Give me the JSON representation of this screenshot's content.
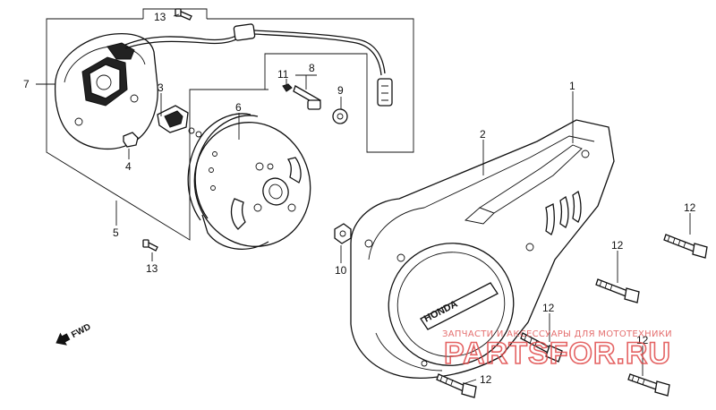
{
  "diagram": {
    "callouts": [
      {
        "id": "1",
        "text": "1"
      },
      {
        "id": "2",
        "text": "2"
      },
      {
        "id": "3",
        "text": "3"
      },
      {
        "id": "4",
        "text": "4"
      },
      {
        "id": "5",
        "text": "5"
      },
      {
        "id": "6",
        "text": "6"
      },
      {
        "id": "7",
        "text": "7"
      },
      {
        "id": "8",
        "text": "8"
      },
      {
        "id": "9",
        "text": "9"
      },
      {
        "id": "10",
        "text": "10"
      },
      {
        "id": "11",
        "text": "11"
      },
      {
        "id": "12a",
        "text": "12"
      },
      {
        "id": "12b",
        "text": "12"
      },
      {
        "id": "12c",
        "text": "12"
      },
      {
        "id": "12d",
        "text": "12"
      },
      {
        "id": "12e",
        "text": "12"
      },
      {
        "id": "13a",
        "text": "13"
      },
      {
        "id": "13b",
        "text": "13"
      }
    ],
    "direction_label": "FWD",
    "cover_logo": "HONDA",
    "watermark": {
      "line1": "ЗАПЧАСТИ И АКСЕССУАРЫ ДЛЯ МОТОТЕХНИКИ",
      "line2": "PARTSFOR.RU",
      "color": "#e04848"
    }
  }
}
